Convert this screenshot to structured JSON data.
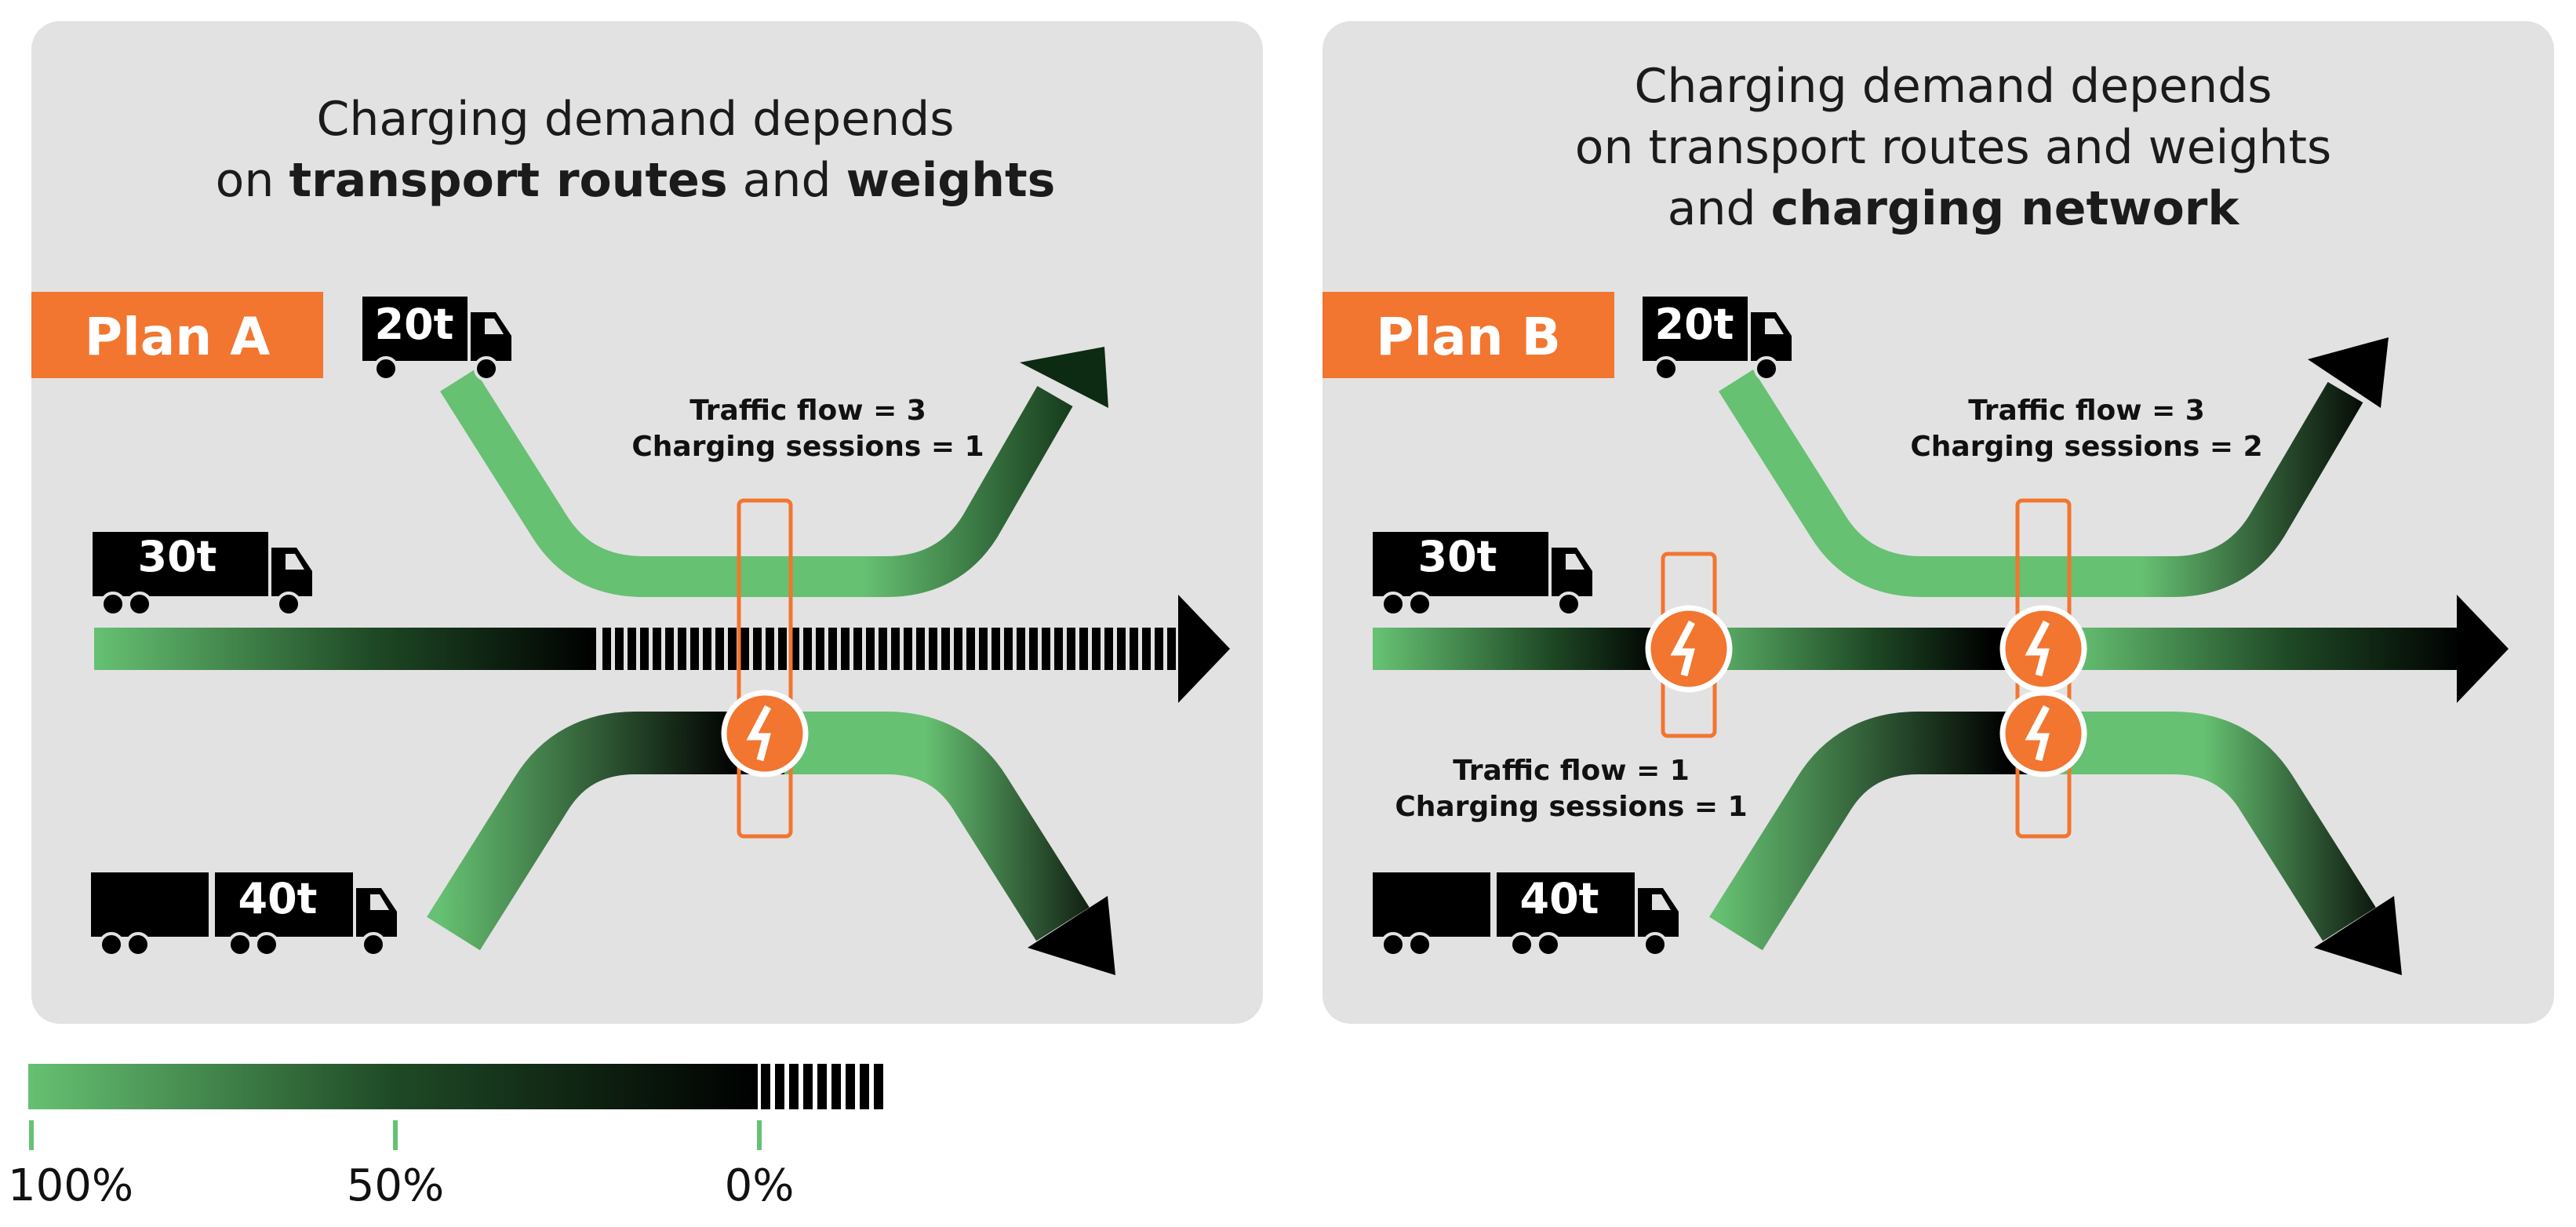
{
  "colors": {
    "panel_bg": "#e2e2e2",
    "green": "#66c172",
    "black": "#000000",
    "orange": "#f27530",
    "white": "#ffffff"
  },
  "panel_a": {
    "title_line1": "Charging demand depends",
    "title_line2_pre": "on ",
    "title_line2_bold1": "transport routes",
    "title_line2_mid": " and ",
    "title_line2_bold2": "weights",
    "plan_label": "Plan A",
    "trucks": {
      "t20": "20t",
      "t30": "30t",
      "t40": "40t"
    },
    "note_line1": "Traffic flow = 3",
    "note_line2": "Charging sessions = 1",
    "charger_icon": "lightning-bolt-icon"
  },
  "panel_b": {
    "title_line1": "Charging demand depends",
    "title_line2": "on transport routes and weights",
    "title_line3_pre": "and ",
    "title_line3_bold": "charging network",
    "plan_label": "Plan B",
    "trucks": {
      "t20": "20t",
      "t30": "30t",
      "t40": "40t"
    },
    "note_top_line1": "Traffic flow = 3",
    "note_top_line2": "Charging sessions = 2",
    "note_bottom_line1": "Traffic flow = 1",
    "note_bottom_line2": "Charging sessions = 1",
    "charger_icon": "lightning-bolt-icon"
  },
  "legend": {
    "labels": [
      "100%",
      "50%",
      "0%"
    ],
    "values": [
      100,
      50,
      0
    ]
  }
}
